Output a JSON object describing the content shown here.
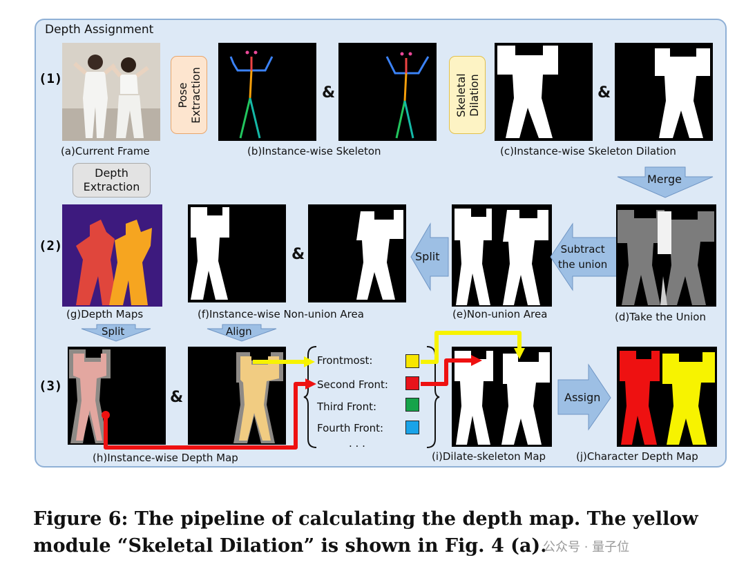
{
  "section_title": "Depth Assignment",
  "row_labels": [
    "(1)",
    "(2)",
    "(3)"
  ],
  "boxes": {
    "pose": "Pose\nExtraction",
    "skeletal": "Skeletal\nDilation",
    "depth_extraction": "Depth\nExtraction"
  },
  "arrows": {
    "merge": "Merge",
    "subtract": "Subtract\nthe union",
    "split_row2": "Split",
    "split_row3": "Split",
    "align": "Align",
    "assign": "Assign"
  },
  "captions": {
    "a": "(a)Current Frame",
    "b": "(b)Instance-wise Skeleton",
    "c": "(c)Instance-wise Skeleton Dilation",
    "d": "(d)Take the Union",
    "e": "(e)Non-union Area",
    "f": "(f)Instance-wise Non-union Area",
    "g": "(g)Depth Maps",
    "h": "(h)Instance-wise Depth Map",
    "i": "(i)Dilate-skeleton Map",
    "j": "(j)Character Depth Map"
  },
  "ampersand": "&",
  "depth_levels": [
    {
      "label": "Frontmost:",
      "color": "#f7e600"
    },
    {
      "label": "Second Front:",
      "color": "#e8131b"
    },
    {
      "label": "Third Front:",
      "color": "#16a34a"
    },
    {
      "label": "Fourth Front:",
      "color": "#1aa3e8"
    }
  ],
  "ellipsis": ". . .",
  "figure_caption": "Figure 6: The pipeline of calculating the depth map. The yellow module “Skeletal Dilation” is shown in Fig. 4 (a).",
  "watermark": "公众号 · 量子位",
  "colors": {
    "panel_bg": "#dde9f6",
    "arrow_fill": "#9dbfe4",
    "pose_box": "#fde5cf",
    "skeletal_box": "#fdf3c4",
    "depth_box": "#e3e3e3",
    "yellow_arrow": "#f7f300",
    "red_arrow": "#ee1111"
  }
}
